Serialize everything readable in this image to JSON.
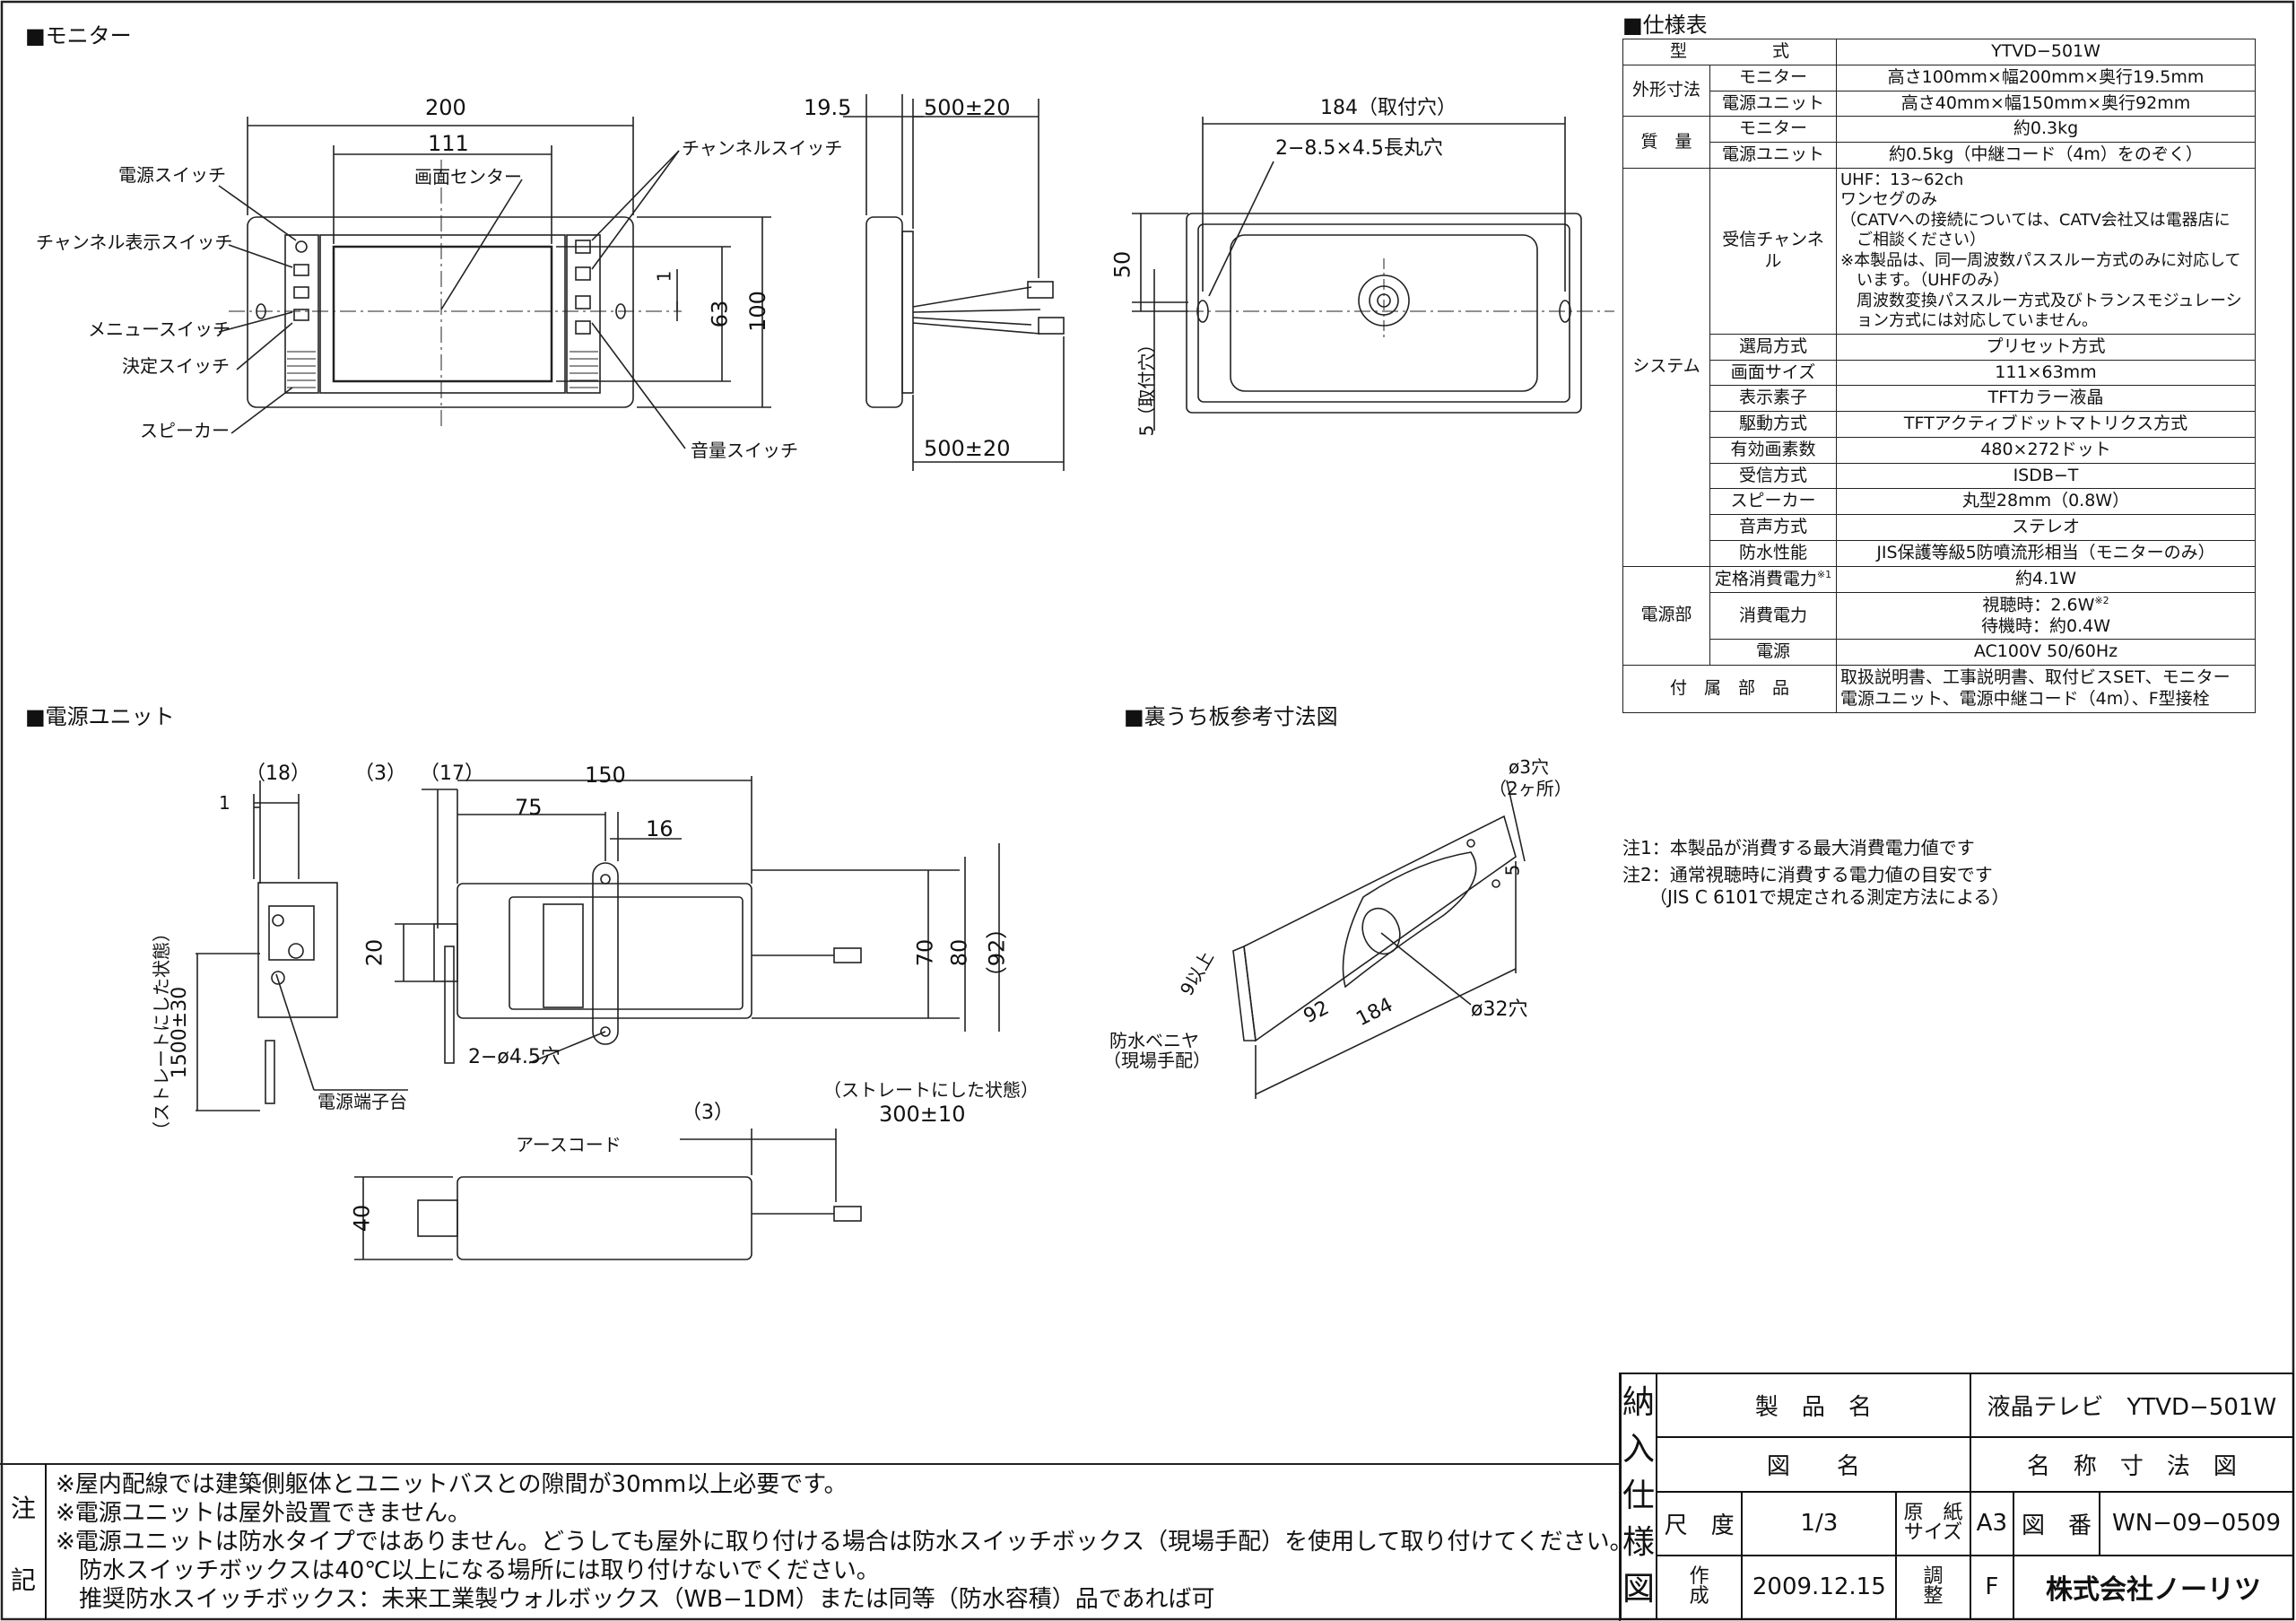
{
  "sections": {
    "monitor": "■モニター",
    "power_unit": "■電源ユニット",
    "back_board": "■裏うち板参考寸法図",
    "spec": "■仕様表"
  },
  "monitor_drawing": {
    "dims": {
      "w200": "200",
      "w111": "111",
      "d19_5": "19.5",
      "cable1": "500±20",
      "cable2": "500±20",
      "h100": "100",
      "h63": "63",
      "d1": "1",
      "w184": "184（取付穴）",
      "h50": "50",
      "h5": "5（取付穴）",
      "holes": "2−8.5×4.5長丸穴"
    },
    "labels": {
      "power_switch": "電源スイッチ",
      "screen_center": "画面センター",
      "channel_switch": "チャンネルスイッチ",
      "channel_display_switch": "チャンネル表示スイッチ",
      "menu_switch": "メニュースイッチ",
      "enter_switch": "決定スイッチ",
      "speaker": "スピーカー",
      "volume_switch": "音量スイッチ"
    }
  },
  "power_unit_drawing": {
    "dims": {
      "d18": "（18）",
      "d3a": "（3）",
      "d17": "（17）",
      "w150": "150",
      "w75": "75",
      "w16": "16",
      "d1": "1",
      "h20": "20",
      "h70": "70",
      "h80": "80",
      "h92": "（92）",
      "holes": "2−ø4.5穴",
      "cable": "1500±30",
      "cable_state": "（ストレートにした状態）",
      "d3b": "（3）",
      "cable2": "300±10",
      "cable2_state": "（ストレートにした状態）",
      "h40": "40"
    },
    "labels": {
      "terminal": "電源端子台",
      "earth": "アースコード"
    }
  },
  "board_drawing": {
    "dims": {
      "hole3": "ø3穴",
      "hole3_count": "（2ヶ所）",
      "d5": "5",
      "d9": "9以上",
      "w92": "92",
      "w184": "184",
      "hole32": "ø32穴"
    },
    "labels": {
      "veneer": "防水ベニヤ",
      "veneer_note": "（現場手配）"
    }
  },
  "spec_table": {
    "rows": [
      {
        "g": "型",
        "s": "式",
        "v": "YTVD−501W"
      },
      {
        "g": "外形寸法",
        "s": "モニター",
        "v": "高さ100mm×幅200mm×奥行19.5mm"
      },
      {
        "g": "",
        "s": "電源ユニット",
        "v": "高さ40mm×幅150mm×奥行92mm"
      },
      {
        "g": "質　量",
        "s": "モニター",
        "v": "約0.3kg"
      },
      {
        "g": "",
        "s": "電源ユニット",
        "v": "約0.5kg（中継コード（4m）をのぞく）"
      },
      {
        "g": "システム",
        "s": "受信チャンネル",
        "v": "UHF：13~62ch"
      },
      {
        "g": "",
        "s": "選局方式",
        "v": "プリセット方式"
      },
      {
        "g": "",
        "s": "画面サイズ",
        "v": "111×63mm"
      },
      {
        "g": "",
        "s": "表示素子",
        "v": "TFTカラー液晶"
      },
      {
        "g": "",
        "s": "駆動方式",
        "v": "TFTアクティブドットマトリクス方式"
      },
      {
        "g": "",
        "s": "有効画素数",
        "v": "480×272ドット"
      },
      {
        "g": "",
        "s": "受信方式",
        "v": "ISDB−T"
      },
      {
        "g": "",
        "s": "スピーカー",
        "v": "丸型28mm（0.8W）"
      },
      {
        "g": "",
        "s": "音声方式",
        "v": "ステレオ"
      },
      {
        "g": "",
        "s": "防水性能",
        "v": "JIS保護等級5防噴流形相当（モニターのみ）"
      },
      {
        "g": "電源部",
        "s": "定格消費電力",
        "v": "約4.1W"
      },
      {
        "g": "",
        "s": "消費電力",
        "v": "視聴時：2.6W"
      },
      {
        "g": "",
        "s": "電源",
        "v": "AC100V 50/60Hz"
      },
      {
        "g": "付　属　部　品",
        "s": "",
        "v": "取扱説明書、工事説明書、取付ビスSET、モニター"
      }
    ],
    "channel_lines": [
      "UHF：13~62ch",
      "ワンセグのみ",
      "（CATVへの接続については、CATV会社又は電器店に",
      "　ご相談ください）",
      "※本製品は、同一周波数パススルー方式のみに対応して",
      "　います。（UHFのみ）",
      "　周波数変換パススルー方式及びトランスモジュレーシ",
      "　ョン方式には対応していません。"
    ],
    "sup1": "※1",
    "sup2": "※2",
    "standby": "待機時：約0.4W",
    "accessories2": "電源ユニット、電源中継コード（4m）、F型接栓"
  },
  "footnotes": [
    "注1：本製品が消費する最大消費電力値です",
    "注2：通常視聴時に消費する電力値の目安です",
    "　　（JIS C 6101で規定される測定方法による）"
  ],
  "notes": {
    "label_chars": [
      "注",
      "記"
    ],
    "lines": [
      "※屋内配線では建築側躯体とユニットバスとの隙間が30mm以上必要です。",
      "※電源ユニットは屋外設置できません。",
      "※電源ユニットは防水タイプではありません。どうしても屋外に取り付ける場合は防水スイッチボックス（現場手配）を使用して取り付けてください。",
      "　防水スイッチボックスは40℃以上になる場所には取り付けないでください。",
      "　推奨防水スイッチボックス：未来工業製ウォルボックス（WB−1DM）または同等（防水容積）品であれば可"
    ]
  },
  "title_block": {
    "side_chars": [
      "納",
      "入",
      "仕",
      "様",
      "図"
    ],
    "product_label": "製　品　名",
    "product": "液晶テレビ　YTVD−501W",
    "drawing_label": "図　　名",
    "drawing": "名　称　寸　法　図",
    "scale_label": "尺　度",
    "scale": "1/3",
    "paper_label_1": "原　紙",
    "paper_label_2": "サイズ",
    "paper": "A3",
    "number_label": "図　番",
    "number": "WN−09−0509",
    "date_label_1": "作",
    "date_label_2": "成",
    "date": "2009.12.15",
    "adjust_label_1": "調",
    "adjust_label_2": "整",
    "adjust": "F",
    "company": "株式会社ノーリツ"
  }
}
